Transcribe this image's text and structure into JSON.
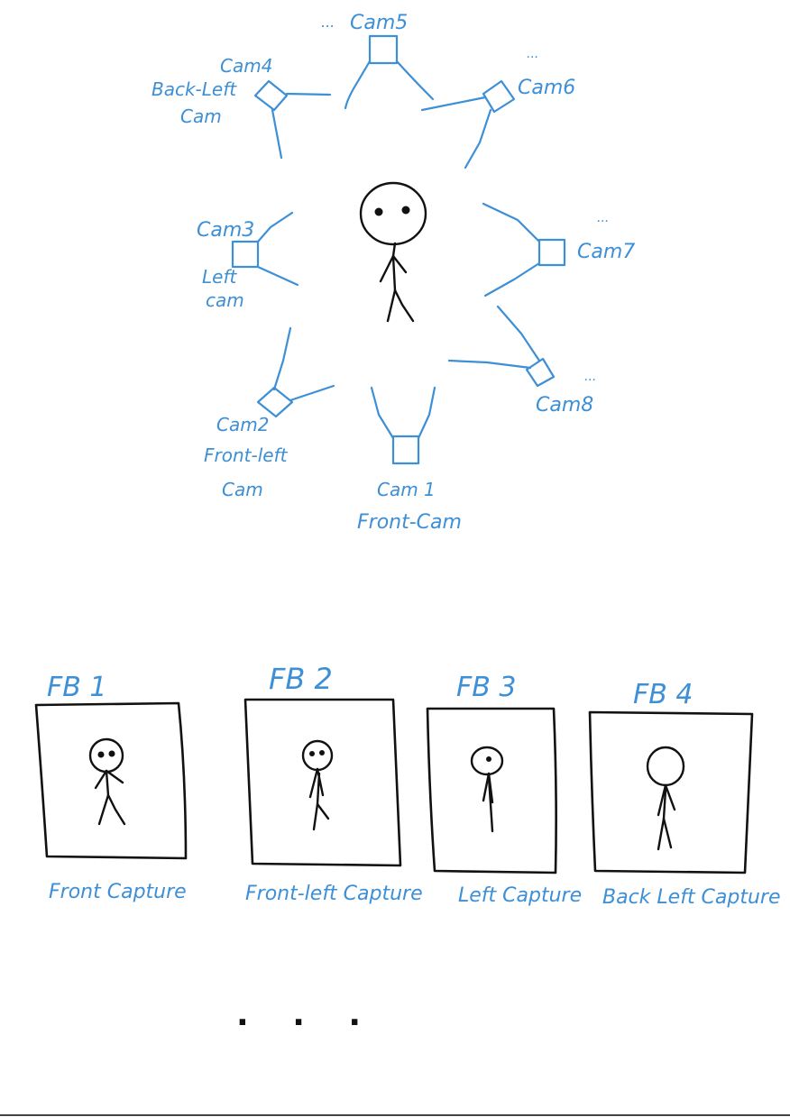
{
  "cameras": [
    {
      "id": "cam1",
      "name": "Cam 1",
      "role": "Front-Cam"
    },
    {
      "id": "cam2",
      "name": "Cam2",
      "role_line1": "Front-left",
      "role_line2": "Cam"
    },
    {
      "id": "cam3",
      "name": "Cam3",
      "role_line1": "Left",
      "role_line2": "cam"
    },
    {
      "id": "cam4",
      "name": "Cam4",
      "role_line1": "Back-Left",
      "role_line2": "Cam"
    },
    {
      "id": "cam5",
      "name": "Cam5",
      "ellipsis": "..."
    },
    {
      "id": "cam6",
      "name": "Cam6",
      "ellipsis": "..."
    },
    {
      "id": "cam7",
      "name": "Cam7",
      "ellipsis": "..."
    },
    {
      "id": "cam8",
      "name": "Cam8",
      "ellipsis": "..."
    }
  ],
  "frames": [
    {
      "id": "fb1",
      "title": "FB 1",
      "caption": "Front Capture"
    },
    {
      "id": "fb2",
      "title": "FB 2",
      "caption": "Front-left Capture"
    },
    {
      "id": "fb3",
      "title": "FB 3",
      "caption": "Left Capture"
    },
    {
      "id": "fb4",
      "title": "FB 4",
      "caption": "Back Left Capture"
    }
  ],
  "continuation": "· · ·",
  "colors": {
    "annotation_blue": "#3d8fd6",
    "ink": "#111111",
    "background": "#ffffff"
  }
}
